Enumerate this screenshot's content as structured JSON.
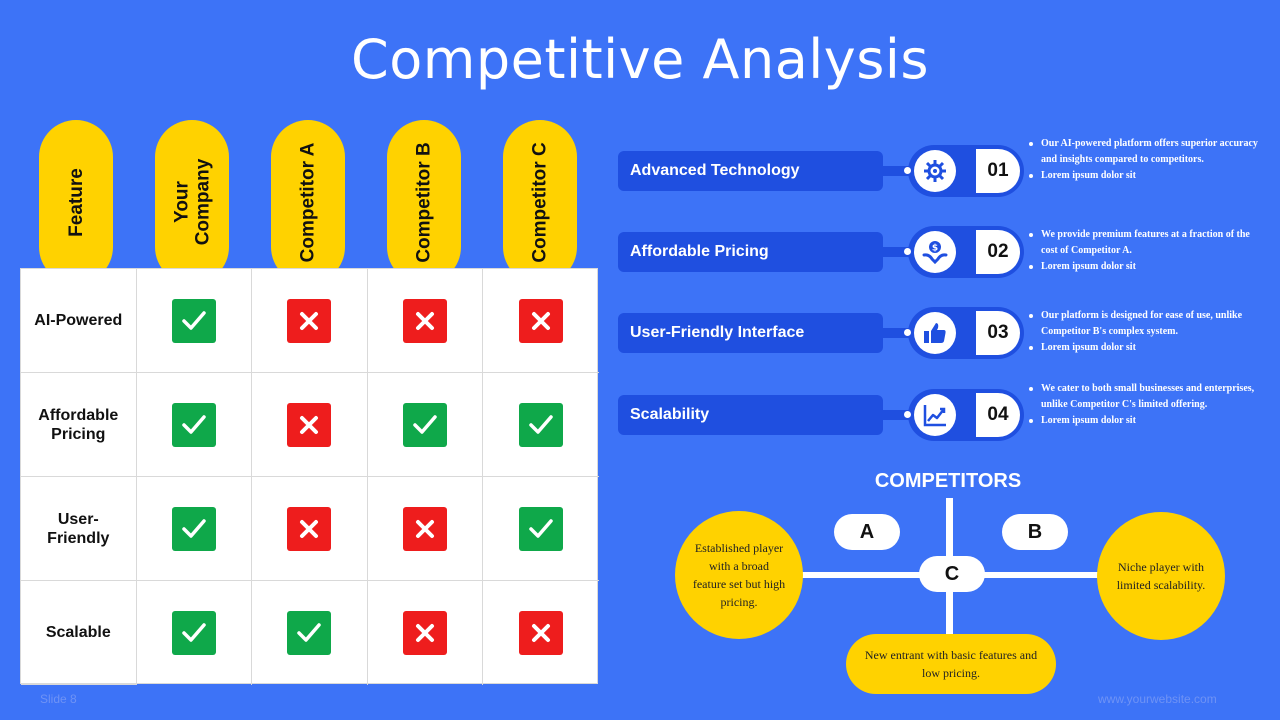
{
  "title": "Competitive Analysis",
  "table": {
    "headers": [
      "Feature",
      "Your Company",
      "Competitor A",
      "Competitor B",
      "Competitor C"
    ],
    "rows": [
      {
        "label": "AI-Powered",
        "values": [
          "check",
          "cross",
          "cross",
          "cross"
        ]
      },
      {
        "label": "Affordable Pricing",
        "values": [
          "check",
          "cross",
          "check",
          "check"
        ]
      },
      {
        "label": "User-Friendly",
        "values": [
          "check",
          "cross",
          "cross",
          "check"
        ]
      },
      {
        "label": "Scalable",
        "values": [
          "check",
          "check",
          "cross",
          "cross"
        ]
      }
    ]
  },
  "features": [
    {
      "label": "Advanced Technology",
      "number": "01",
      "icon": "gear-network-icon",
      "notes": [
        "Our AI-powered platform offers superior accuracy and insights compared to competitors.",
        "Lorem ipsum dolor sit"
      ]
    },
    {
      "label": "Affordable Pricing",
      "number": "02",
      "icon": "money-hands-icon",
      "notes": [
        "We provide premium features at a fraction of the cost of Competitor A.",
        "Lorem ipsum dolor sit"
      ]
    },
    {
      "label": "User-Friendly Interface",
      "number": "03",
      "icon": "thumbs-up-icon",
      "notes": [
        "Our platform is designed for ease of use, unlike Competitor B's complex system.",
        "Lorem ipsum dolor sit"
      ]
    },
    {
      "label": "Scalability",
      "number": "04",
      "icon": "growth-chart-icon",
      "notes": [
        "We cater to both small businesses and enterprises, unlike Competitor C's limited offering.",
        "Lorem ipsum dolor sit"
      ]
    }
  ],
  "competitors": {
    "title": "COMPETITORS",
    "labels": {
      "a": "A",
      "b": "B",
      "c": "C"
    },
    "descriptions": {
      "a": "Established player with a broad feature set but high pricing.",
      "b": "Niche player with limited scalability.",
      "c": "New entrant with basic features and low pricing."
    }
  },
  "footer": {
    "slide": "Slide 8",
    "website": "www.yourwebsite.com"
  },
  "colors": {
    "background": "#3d73f7",
    "accent": "#ffd200",
    "dark_blue": "#1f4fe0",
    "check": "#0fa84a",
    "cross": "#ee1d1d"
  }
}
